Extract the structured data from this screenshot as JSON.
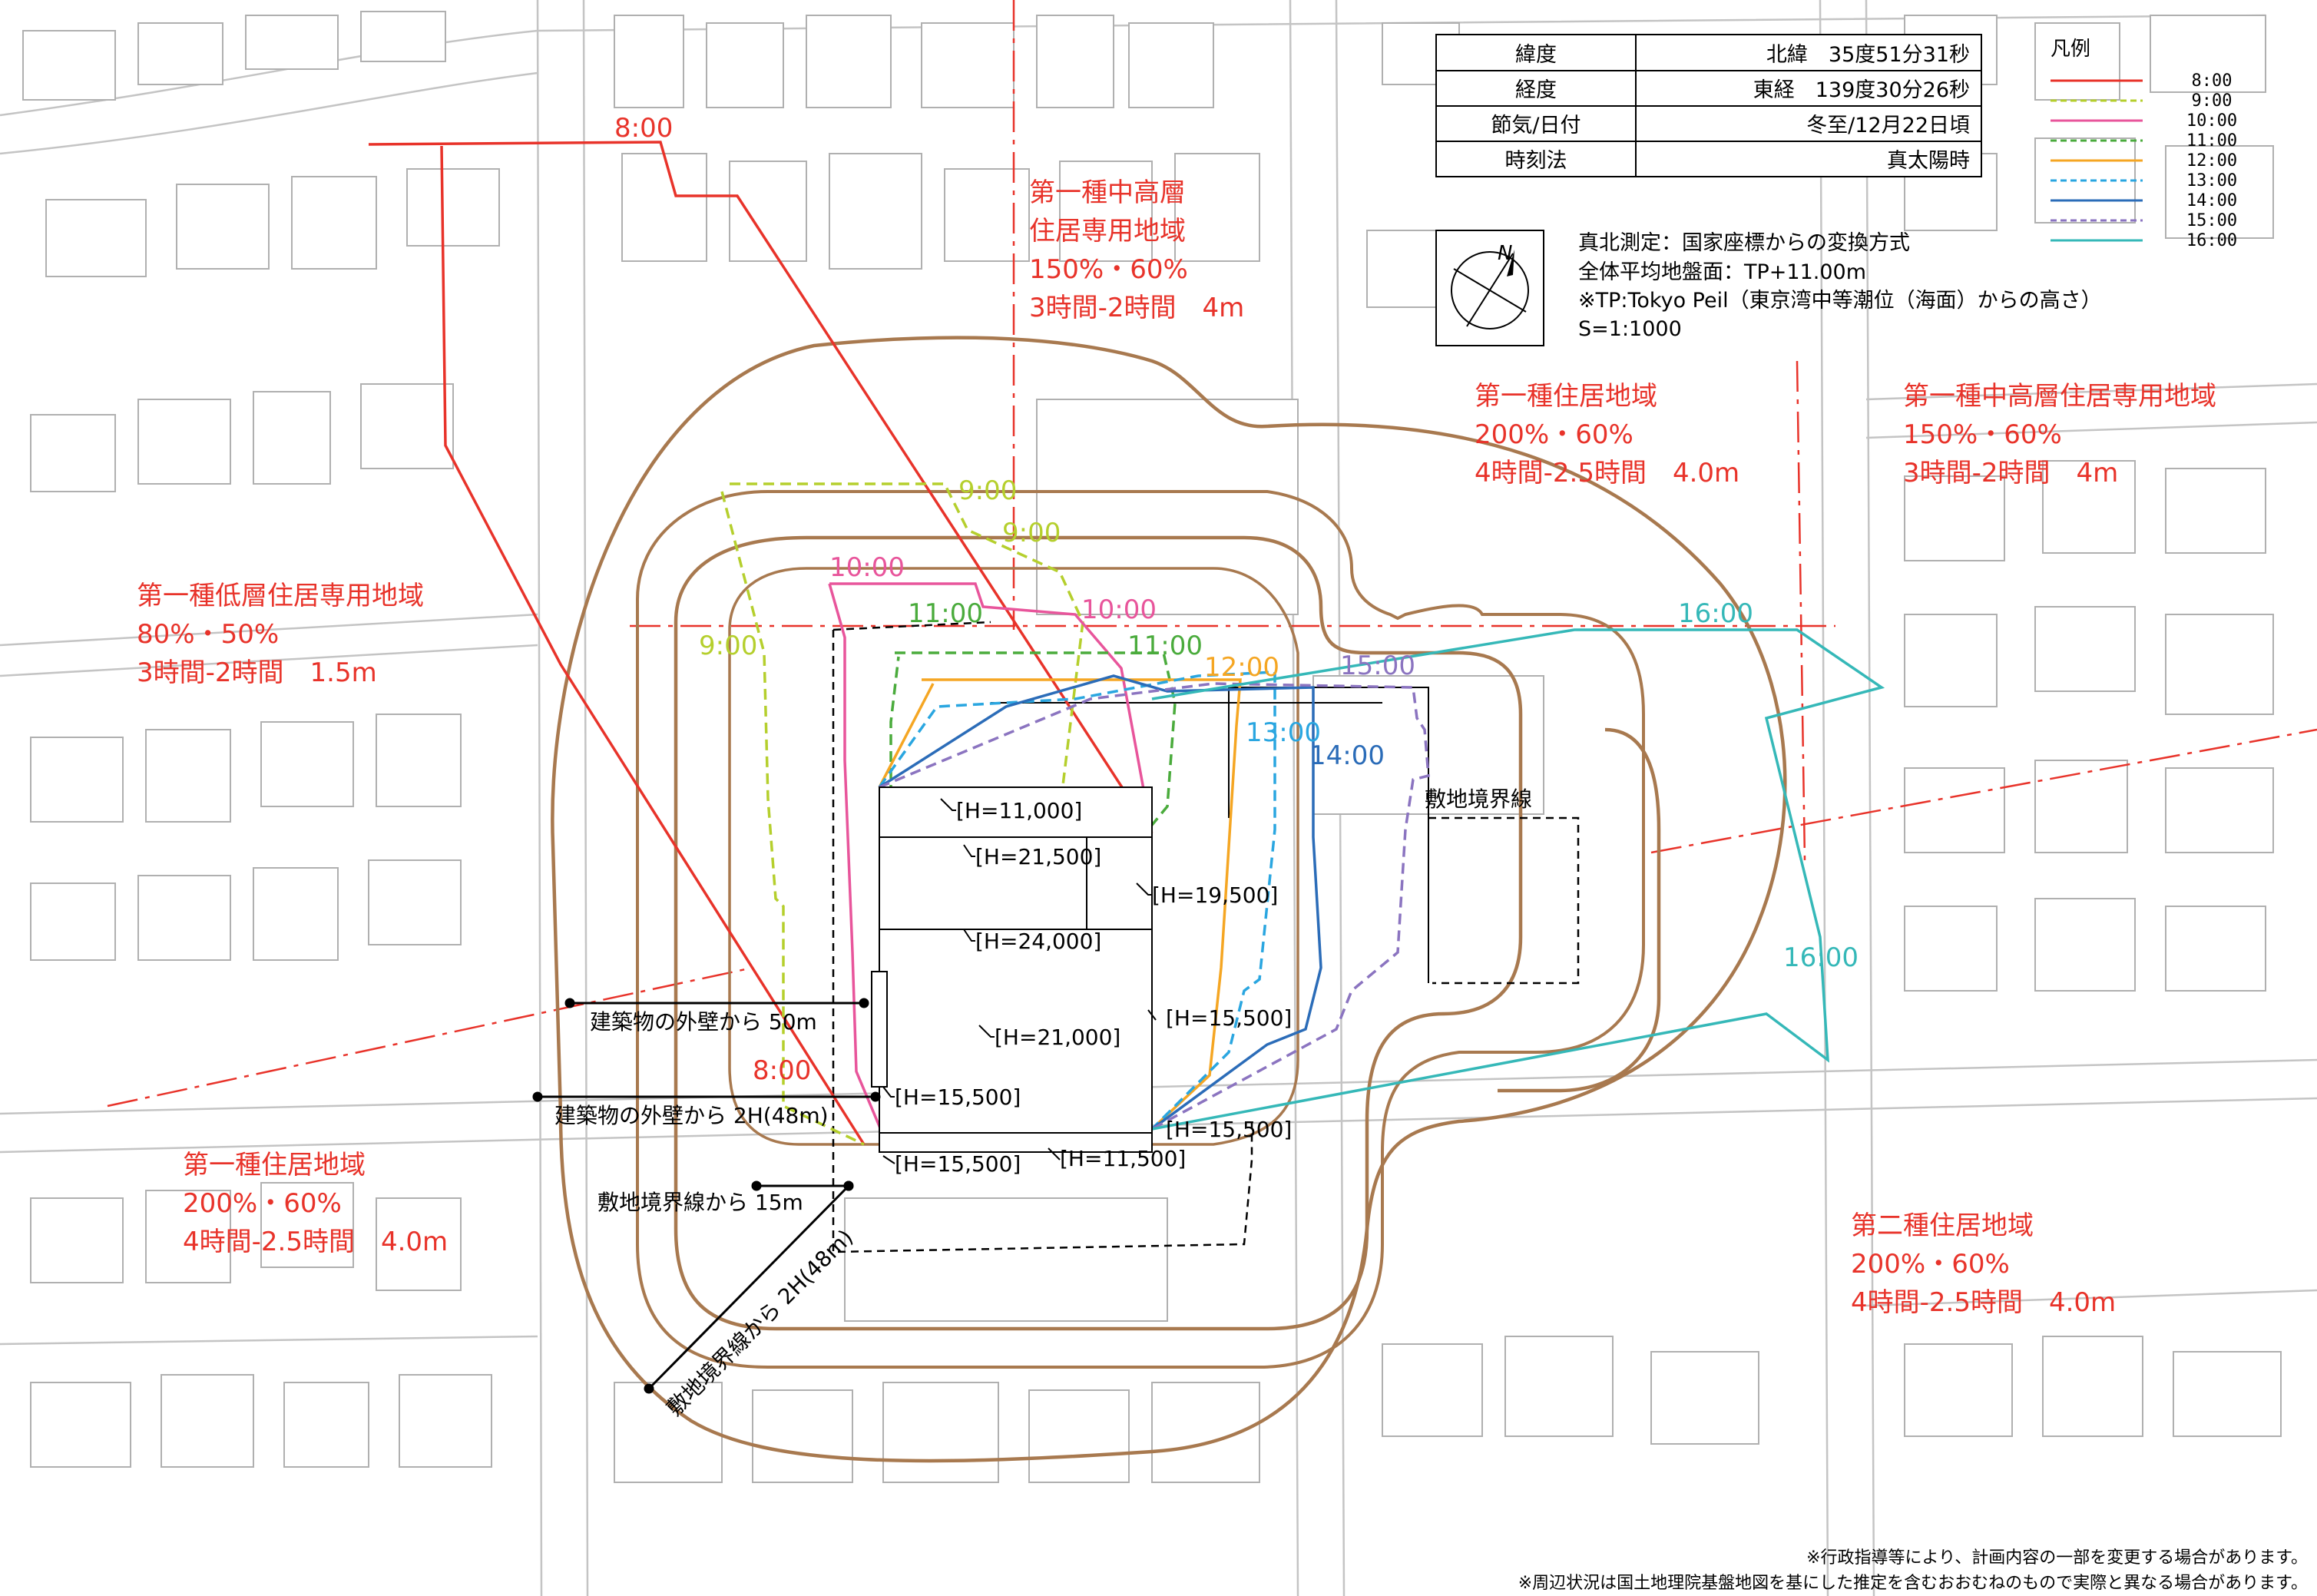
{
  "info_table": {
    "rows": [
      {
        "label": "緯度",
        "value": "北緯　35度51分31秒"
      },
      {
        "label": "経度",
        "value": "東経　139度30分26秒"
      },
      {
        "label": "節気/日付",
        "value": "冬至/12月22日頃"
      },
      {
        "label": "時刻法",
        "value": "真太陽時"
      }
    ]
  },
  "legend": {
    "title": "凡例",
    "items": [
      {
        "time": "8:00",
        "color": "#e8332a",
        "dash": "solid"
      },
      {
        "time": "9:00",
        "color": "#b5cf2d",
        "dash": "dashed"
      },
      {
        "time": "10:00",
        "color": "#e8559b",
        "dash": "solid"
      },
      {
        "time": "11:00",
        "color": "#4aab3c",
        "dash": "dashed"
      },
      {
        "time": "12:00",
        "color": "#f5a623",
        "dash": "solid"
      },
      {
        "time": "13:00",
        "color": "#2aa6e0",
        "dash": "dashed"
      },
      {
        "time": "14:00",
        "color": "#2b6cb8",
        "dash": "solid"
      },
      {
        "time": "15:00",
        "color": "#8b74c0",
        "dash": "dashed"
      },
      {
        "time": "16:00",
        "color": "#35b8b8",
        "dash": "solid"
      }
    ]
  },
  "notes": {
    "north": "真北測定：国家座標からの変換方式",
    "ground": "全体平均地盤面：TP+11.00m",
    "tp": "※TP:Tokyo Peil（東京湾中等潮位（海面）からの高さ）",
    "scale": "S=1:1000"
  },
  "zones": [
    {
      "lines": [
        "第一種中高層",
        "住居専用地域",
        "150%・60%",
        "3時間-2時間　4m"
      ]
    },
    {
      "lines": [
        "第一種住居地域",
        "200%・60%",
        "4時間-2.5時間　4.0m"
      ]
    },
    {
      "lines": [
        "第一種中高層住居専用地域",
        "150%・60%",
        "3時間-2時間　4m"
      ]
    },
    {
      "lines": [
        "第一種低層住居専用地域",
        "80%・50%",
        "3時間-2時間　1.5m"
      ]
    },
    {
      "lines": [
        "第一種住居地域",
        "200%・60%",
        "4時間-2.5時間　4.0m"
      ]
    },
    {
      "lines": [
        "第二種住居地域",
        "200%・60%",
        "4時間-2.5時間　4.0m"
      ]
    }
  ],
  "time_labels": {
    "t8a": "8:00",
    "t8b": "8:00",
    "t9a": "9:00",
    "t9b": "9:00",
    "t9c": "9:00",
    "t10a": "10:00",
    "t10b": "10:00",
    "t11a": "11:00",
    "t11b": "11:00",
    "t12": "12:00",
    "t13": "13:00",
    "t14": "14:00",
    "t15": "15:00",
    "t16a": "16:00",
    "t16b": "16:00"
  },
  "heights": {
    "h1": "[H=11,000]",
    "h2": "[H=21,500]",
    "h3": "[H=19,500]",
    "h4": "[H=24,000]",
    "h5": "[H=21,000]",
    "h6": "[H=15,500]",
    "h7": "[H=15,500]",
    "h8": "[H=15,500]",
    "h9": "[H=15,500]",
    "h10": "[H=11,500]"
  },
  "dimensions": {
    "d1": "建築物の外壁から 50m",
    "d2": "建築物の外壁から 2H(48m)",
    "d3": "敷地境界線から 15m",
    "d4": "敷地境界線から 2H(48m)",
    "boundary": "敷地境界線"
  },
  "footnotes": [
    "※行政指導等により、計画内容の一部を変更する場合があります。",
    "※周辺状況は国土地理院基盤地図を基にした推定を含むおおむねのもので実際と異なる場合があります。"
  ]
}
